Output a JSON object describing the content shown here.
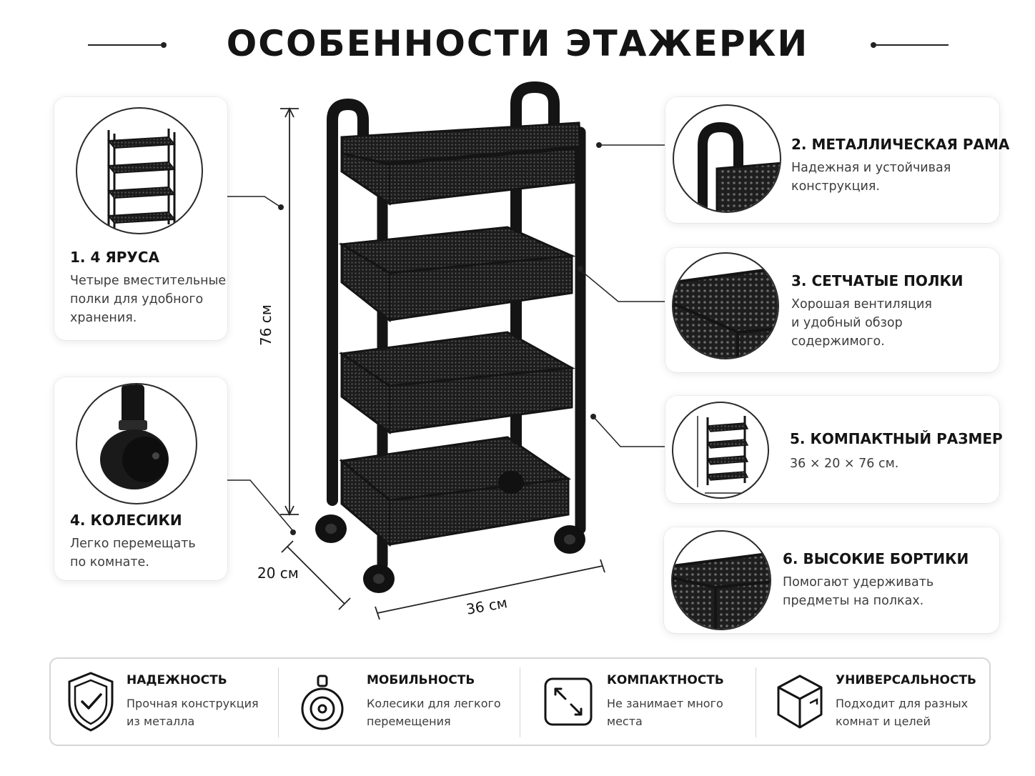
{
  "title": "ОСОБЕННОСТИ ЭТАЖЕРКИ",
  "dimensions": {
    "height": "76 см",
    "depth": "20 см",
    "width": "36 см"
  },
  "features": [
    {
      "title": "1. 4 ЯРУСА",
      "text": "Четыре вместительные\nполки для удобного\nхранения."
    },
    {
      "title": "2. МЕТАЛЛИЧЕСКАЯ РАМА",
      "text": "Надежная и устойчивая\nконструкция."
    },
    {
      "title": "3. СЕТЧАТЫЕ ПОЛКИ",
      "text": "Хорошая вентиляция\nи удобный обзор\nсодержимого."
    },
    {
      "title": "4. КОЛЕСИКИ",
      "text": "Легко перемещать\nпо комнате."
    },
    {
      "title": "5. КОМПАКТНЫЙ РАЗМЕР",
      "text": "36 × 20 × 76 см."
    },
    {
      "title": "6. ВЫСОКИЕ БОРТИКИ",
      "text": "Помогают удерживать\nпредметы на полках."
    }
  ],
  "benefits": [
    {
      "icon": "shield-check-icon",
      "title": "НАДЕЖНОСТЬ",
      "text": "Прочная конструкция\nиз металла"
    },
    {
      "icon": "caster-wheel-icon",
      "title": "МОБИЛЬНОСТЬ",
      "text": "Колесики для легкого\nперемещения"
    },
    {
      "icon": "compress-arrows-icon",
      "title": "КОМПАКТНОСТЬ",
      "text": "Не занимает много\nместа"
    },
    {
      "icon": "box-icon",
      "title": "УНИВЕРСАЛЬНОСТЬ",
      "text": "Подходит для разных\nкомнат и целей"
    }
  ],
  "colors": {
    "frame": "#161616",
    "mesh": "#2b2b2b",
    "text": "#141414",
    "muted": "#3c3c3c",
    "border": "#d6d6d6"
  }
}
